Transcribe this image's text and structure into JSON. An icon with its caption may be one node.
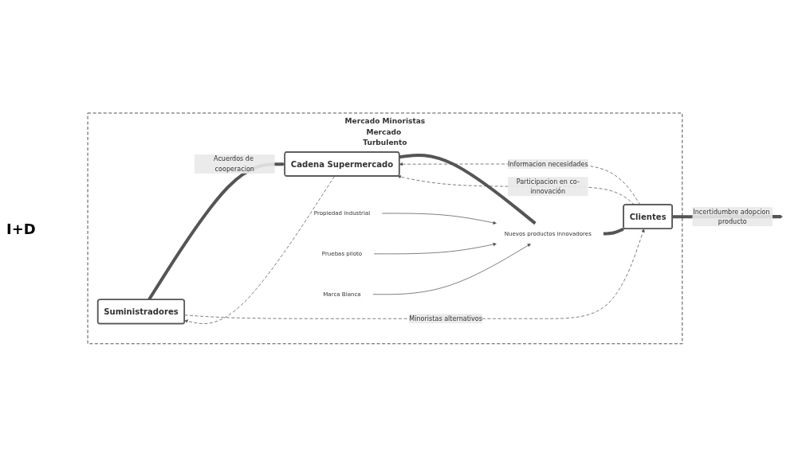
{
  "diagram": {
    "nodes": [
      {
        "text": [
          "Mercado Minoristas",
          "Mercado Turbulento"
        ]
      },
      {
        "text": [
          "Suministradores"
        ],
        "in": 0
      },
      {
        "text": [
          "Cadena Supermercado"
        ],
        "in": 0
      },
      {
        "text": [
          "Clientes"
        ],
        "in": 0
      },
      {
        "text": [
          "Propiedad industrial"
        ],
        "in": 0
      },
      {
        "text": [
          "Pruebas piloto"
        ],
        "in": 0
      },
      {
        "text": [
          "Nuevos productos innovadores"
        ],
        "in": 0
      },
      {
        "text": [
          "Marca Blanca"
        ],
        "in": 0
      }
    ],
    "edges": [
      {
        "from": 1,
        "to": 2,
        "arrow": "to",
        "style": "thick",
        "label": "Acuerdos de cooperacion"
      },
      {
        "from": 2,
        "to": 1,
        "arrow": "to",
        "style": "dashed"
      },
      {
        "from": 1,
        "to": 3,
        "arrow": "to",
        "style": "dashed",
        "label": "Minoristas alternativos"
      },
      {
        "from": 2,
        "to": 6,
        "arrow": "none",
        "style": "thick"
      },
      {
        "from": 6,
        "to": 3,
        "arrow": "to",
        "style": "thick"
      },
      {
        "from": 4,
        "to": 6,
        "arrow": "to"
      },
      {
        "from": 5,
        "to": 6,
        "arrow": "to"
      },
      {
        "from": 7,
        "to": 6,
        "arrow": "to"
      },
      {
        "from": 3,
        "to": 2,
        "arrow": "to",
        "style": "dashed",
        "label": "Informacion necesidades"
      },
      {
        "from": 3,
        "to": 2,
        "arrow": "to",
        "style": "dashed",
        "label": "Participacion en co-innovación"
      },
      {
        "from": 3,
        "to": null,
        "arrow": "to",
        "style": "thick",
        "label": "Incertidumbre adopcion producto"
      }
    ],
    "labels": [
      "I+D"
    ]
  }
}
